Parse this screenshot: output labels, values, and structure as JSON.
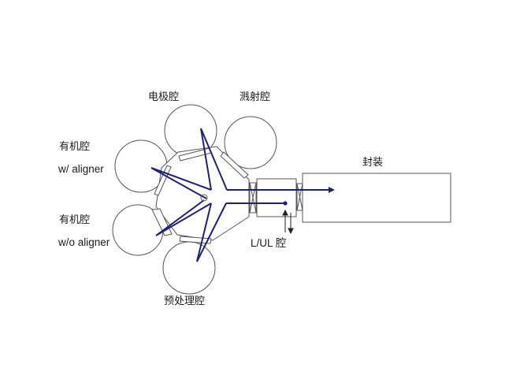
{
  "diagram": {
    "type": "cluster-tool-schematic",
    "colors": {
      "outline": "#555555",
      "path": "#1f1f7a",
      "text": "#1a1a1a",
      "background": "#ffffff"
    },
    "chambers": [
      {
        "id": "electrode",
        "label": "电极腔"
      },
      {
        "id": "sputter",
        "label": "溅射腔"
      },
      {
        "id": "organic-aligner",
        "label": "有机腔",
        "sublabel": "w/ aligner"
      },
      {
        "id": "organic-no-aligner",
        "label": "有机腔",
        "sublabel": "w/o aligner"
      },
      {
        "id": "pretreat",
        "label": "预处理腔"
      }
    ],
    "loadlock": {
      "label": "L/UL 腔"
    },
    "encapsulation": {
      "label": "封装"
    }
  }
}
